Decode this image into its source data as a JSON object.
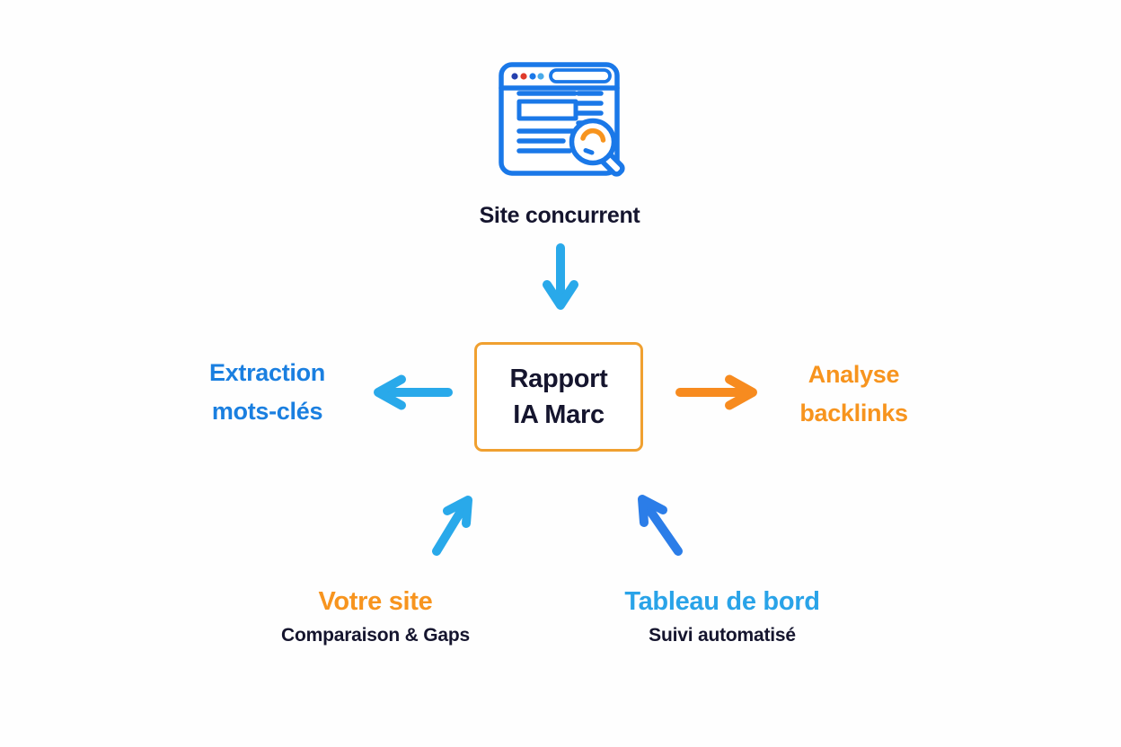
{
  "colors": {
    "icon_blue": "#1a78e8",
    "arrow_sky": "#29a9ea",
    "arrow_blue": "#2b7de8",
    "arrow_orange": "#f78b1f",
    "text_navy": "#15152e",
    "text_blue": "#1a7fe0",
    "text_sky": "#29a3e8",
    "text_orange": "#f7941e",
    "box_border": "#f0a030",
    "dot_navy": "#2440ae",
    "dot_red": "#df3a2b",
    "dot_blue": "#1a78e8",
    "dot_sky": "#49aae8",
    "background": "#fefefe"
  },
  "nodes": {
    "top": {
      "icon": "browser-search-icon",
      "label": "Site concurrent"
    },
    "center": {
      "lines": [
        "Rapport",
        "IA Marc"
      ]
    },
    "left": {
      "lines": [
        "Extraction",
        "mots-clés"
      ]
    },
    "right": {
      "lines": [
        "Analyse",
        "backlinks"
      ]
    },
    "bottom_left": {
      "title": "Votre site",
      "subtitle": "Comparaison & Gaps"
    },
    "bottom_right": {
      "title": "Tableau de bord",
      "subtitle": "Suivi automatisé"
    }
  },
  "arrows": [
    {
      "name": "top-to-center",
      "direction": "down",
      "color": "#29a9ea"
    },
    {
      "name": "center-to-left",
      "direction": "left",
      "color": "#29a9ea"
    },
    {
      "name": "center-to-right",
      "direction": "right",
      "color": "#f78b1f"
    },
    {
      "name": "bottom-left-to-center",
      "direction": "up-right",
      "color": "#29a9ea"
    },
    {
      "name": "bottom-right-to-center",
      "direction": "up-left",
      "color": "#2b7de8"
    }
  ]
}
